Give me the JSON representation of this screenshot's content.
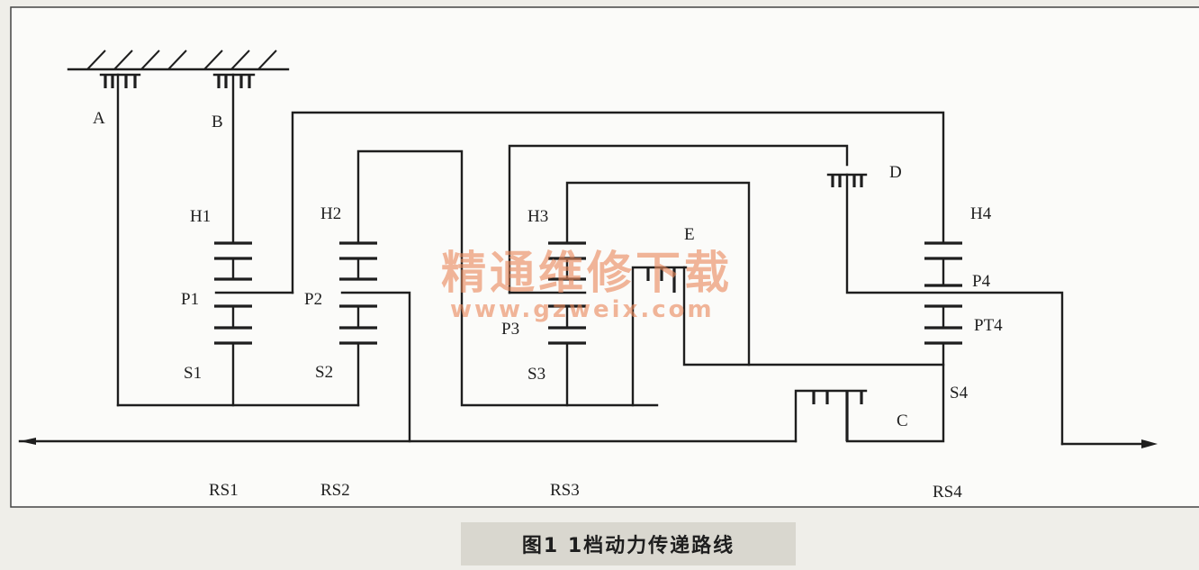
{
  "diagram": {
    "labels": {
      "A": "A",
      "B": "B",
      "C": "C",
      "D": "D",
      "E": "E",
      "H1": "H1",
      "H2": "H2",
      "H3": "H3",
      "H4": "H4",
      "P1": "P1",
      "P2": "P2",
      "P3": "P3",
      "P4": "P4",
      "PT4": "PT4",
      "S1": "S1",
      "S2": "S2",
      "S3": "S3",
      "S4": "S4",
      "RS1": "RS1",
      "RS2": "RS2",
      "RS3": "RS3",
      "RS4": "RS4"
    },
    "watermark": {
      "title": "精通维修下载",
      "url": "www.gzweix.com"
    }
  },
  "caption": "图1  1档动力传递路线"
}
